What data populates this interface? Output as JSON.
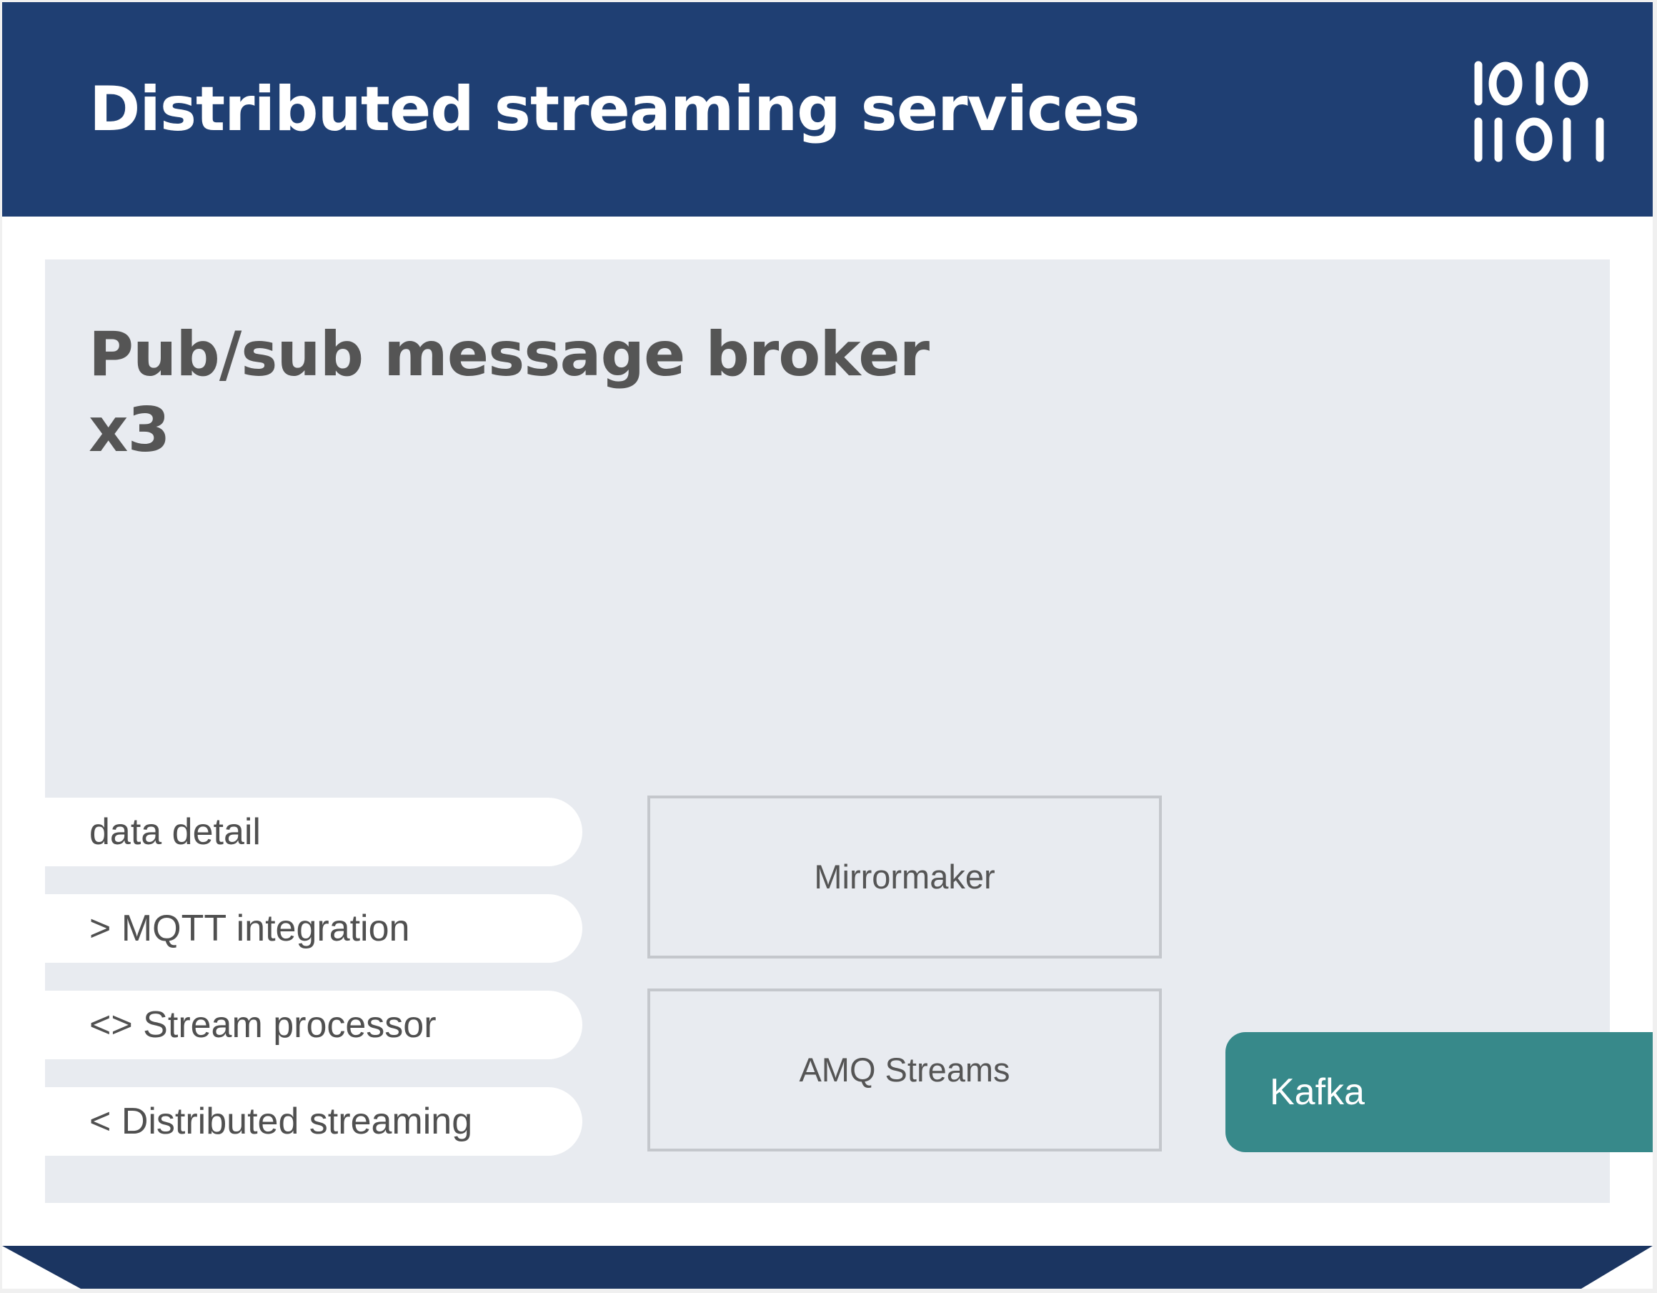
{
  "header": {
    "title": "Distributed streaming services",
    "icon": "binary-icon",
    "background_color": "#1f3f73"
  },
  "panel": {
    "title_line1": "Pub/sub message broker",
    "title_line2": "x3",
    "background_color": "#e8ebf0"
  },
  "tags": [
    "data detail",
    "> MQTT integration",
    "<> Stream processor",
    "< Distributed streaming"
  ],
  "components": {
    "mirrormaker": "Mirrormaker",
    "amq_streams": "AMQ Streams"
  },
  "kafka": {
    "label": "Kafka",
    "color": "#37898a"
  }
}
